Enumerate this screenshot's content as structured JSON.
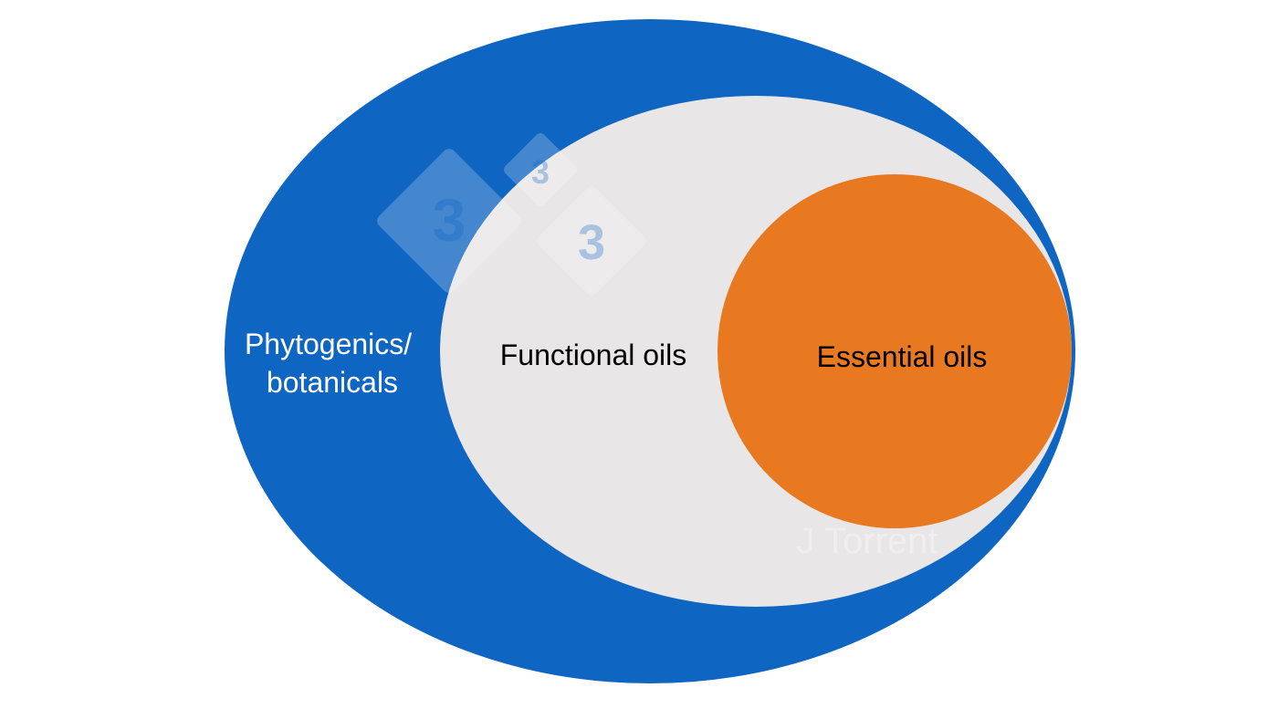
{
  "diagram": {
    "sets": [
      {
        "label_lines": [
          "Phytogenics/",
          "botanicals"
        ],
        "fill": "#0F65C2",
        "text_color": "#FFFFFF"
      },
      {
        "label_lines": [
          "Functional oils"
        ],
        "fill": "#E8E6E7",
        "text_color": "#000000"
      },
      {
        "label_lines": [
          "Essential oils"
        ],
        "fill": "#E97921",
        "text_color": "#000000"
      }
    ],
    "watermark": {
      "logo_glyph": "3",
      "credit": "J Torrent",
      "color": "#FFFFFF"
    }
  }
}
